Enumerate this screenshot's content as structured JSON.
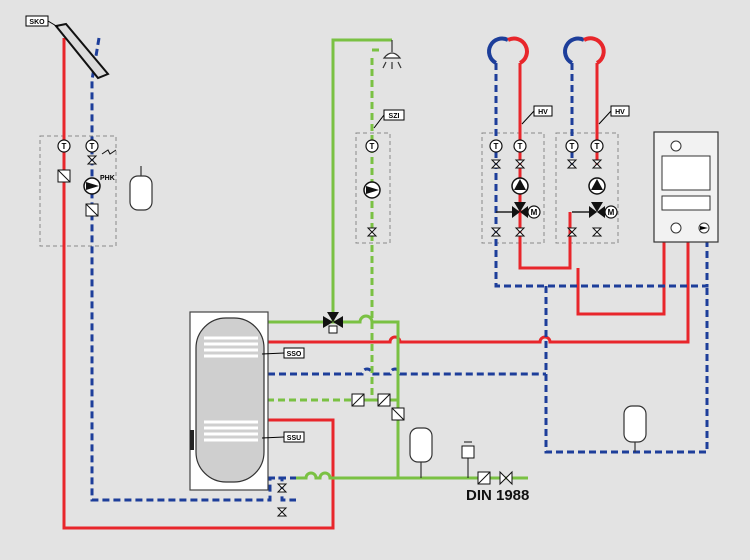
{
  "labels": {
    "collector": "SKO",
    "solar_pump_group": "PHK",
    "circulation": "SZI",
    "heating_circuit_1": "HV",
    "heating_circuit_2": "HV",
    "upper_coil": "SSO",
    "lower_coil": "SSU",
    "standard": "DIN 1988"
  },
  "symbols": {
    "temperature": "T",
    "motor": "M"
  },
  "colors": {
    "flow_hot": "#e8262b",
    "return_cold": "#1d3e9a",
    "potable_water": "#7ac143",
    "background": "#e3e3e3",
    "tank_fill": "#cfcfcf"
  }
}
